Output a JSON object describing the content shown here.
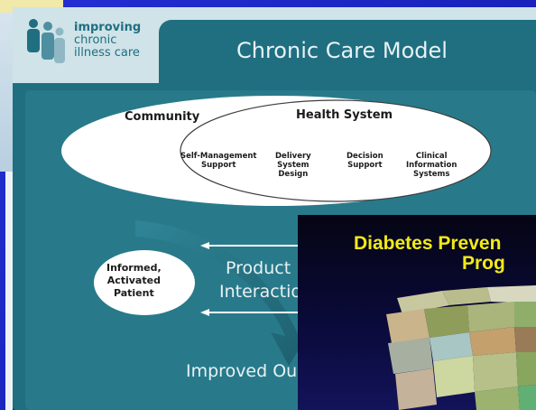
{
  "logo": {
    "line1": "improving",
    "line2": "chronic",
    "line3": "illness care",
    "icon": "people-logo-icon"
  },
  "title": "Chronic Care Model",
  "diagram": {
    "community_label": "Community",
    "health_system_label": "Health System",
    "components": [
      {
        "line1": "Self-Management",
        "line2": "Support",
        "line3": ""
      },
      {
        "line1": "Delivery",
        "line2": "System",
        "line3": "Design"
      },
      {
        "line1": "Decision",
        "line2": "Support",
        "line3": ""
      },
      {
        "line1": "Clinical",
        "line2": "Information",
        "line3": "Systems"
      }
    ],
    "patient": {
      "line1": "Informed,",
      "line2": "Activated",
      "line3": "Patient"
    },
    "interactions_line1": "Product",
    "interactions_line2": "Interactio",
    "outcomes": "Improved Ou"
  },
  "overlay": {
    "title_line1": "Diabetes Preven",
    "title_line2": "Prog",
    "image": "us-map-3d"
  },
  "colors": {
    "background": "#1c27c8",
    "teal": "#1f6f80",
    "header": "#cfe3e8",
    "yellow_title": "#f2ea18"
  }
}
